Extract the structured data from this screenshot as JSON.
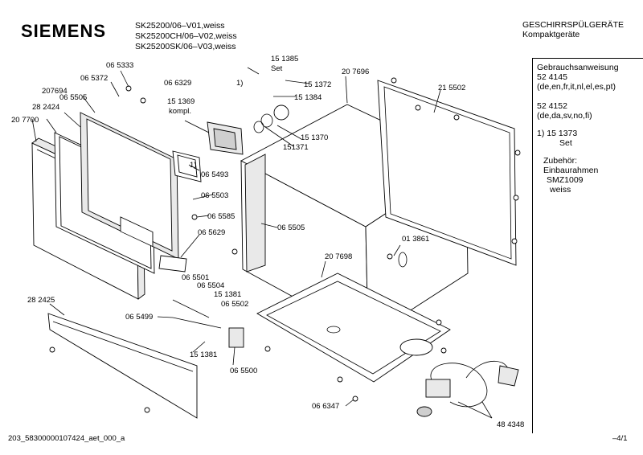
{
  "header": {
    "brand": "SIEMENS",
    "models": [
      "SK25200/06–V01,weiss",
      "SK25200CH/06–V02,weiss",
      "SK25200SK/06–V03,weiss"
    ],
    "category": "GESCHIRRSPÜLGERÄTE",
    "subcategory": "Kompaktgeräte"
  },
  "side_panel": {
    "manual_title": "Gebrauchsanweisung",
    "manual_1": "52 4145",
    "manual_1_langs": "(de,en,fr,it,nl,el,es,pt)",
    "manual_2": "52 4152",
    "manual_2_langs": "(de,da,sv,no,fi)",
    "note_1": "1) 15 1373",
    "note_1_b": "Set",
    "accessory_title": "Zubehör:",
    "accessory_1": "Einbaurahmen",
    "accessory_2": "SMZ1009",
    "accessory_3": "weiss"
  },
  "labels": {
    "p065333": "06 5333",
    "p065372": "06 5372",
    "p207694": "207694",
    "p065505a": "06 5505",
    "p282424": "28 2424",
    "p207700": "20 7700",
    "p066329": "06 6329",
    "p151369": "15 1369",
    "kompl": "kompl.",
    "p151385": "15 1385",
    "set": "Set",
    "note1": "1)",
    "note1b": "1)",
    "p151372": "15 1372",
    "p151384": "15 1384",
    "p207696": "20 7696",
    "p215502": "21 5502",
    "p151370": "15 1370",
    "p151371": "151371",
    "p065493": "06 5493",
    "p065503": "06 5503",
    "p065585": "06 5585",
    "p065629": "06 5629",
    "p065505b": "06 5505",
    "p013861": "01 3861",
    "p207698": "20 7698",
    "p065501": "06 5501",
    "p065504": "06 5504",
    "p151381a": "15 1381",
    "p065502": "06 5502",
    "p282425": "28 2425",
    "p065499": "06 5499",
    "p151381b": "15 1381",
    "p065500": "06 5500",
    "p066347": "06 6347",
    "p484348": "48 4348"
  },
  "footer": {
    "doc_id": "203_58300000107424_aet_000_a",
    "page": "–4/1"
  }
}
